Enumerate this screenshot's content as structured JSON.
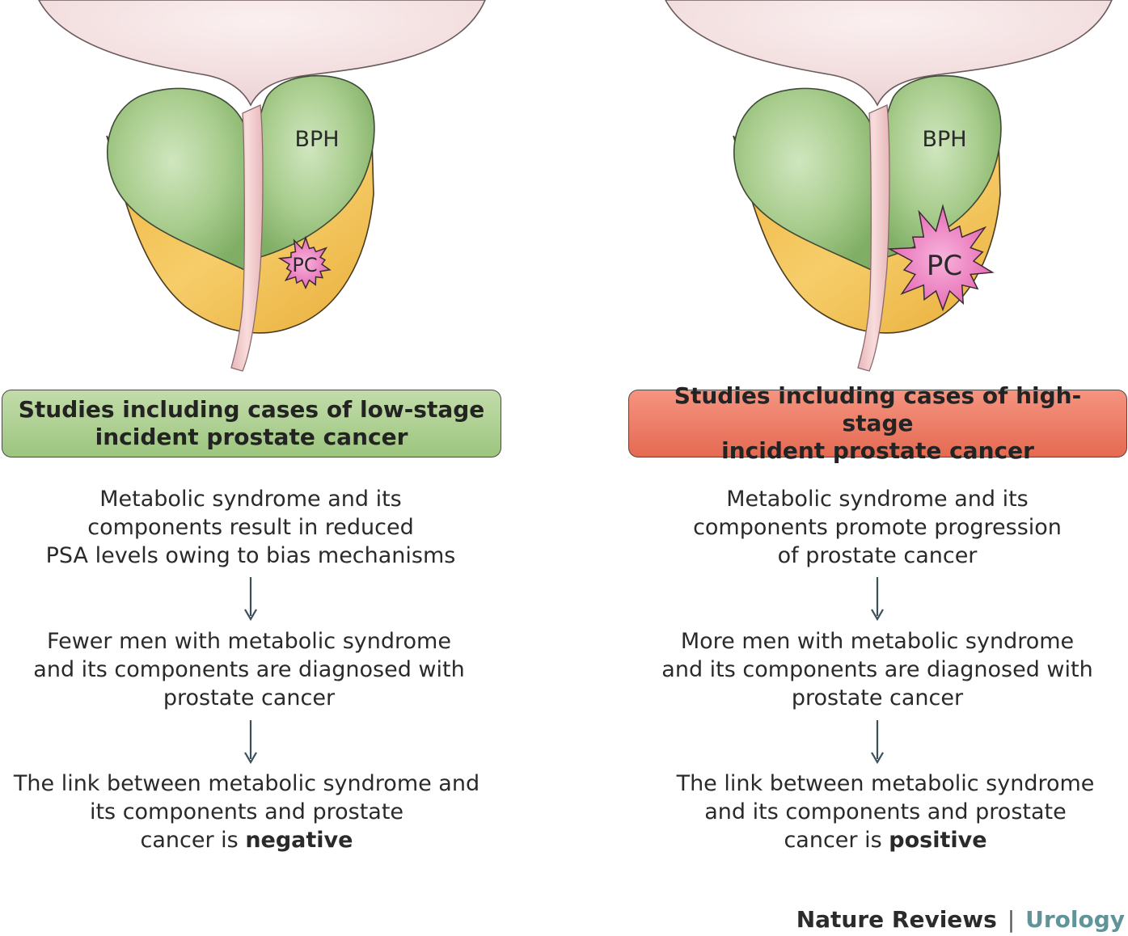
{
  "left": {
    "tumor_label": "PC",
    "bph_label": "BPH",
    "box_title_line1": "Studies including cases of low-stage",
    "box_title_line2": "incident prostate cancer",
    "box_color": "#a9cd8d",
    "step1": [
      "Metabolic syndrome and its",
      "components result in reduced",
      "PSA levels owing to bias mechanisms"
    ],
    "step2": [
      "Fewer men with metabolic syndrome",
      "and its components are diagnosed with",
      "prostate cancer"
    ],
    "step3": [
      "The link between metabolic syndrome and",
      "its components and prostate"
    ],
    "step3_last_prefix": "cancer is ",
    "step3_last_bold": "negative"
  },
  "right": {
    "tumor_label": "PC",
    "bph_label": "BPH",
    "box_title_line1": "Studies including cases of high-stage",
    "box_title_line2": "incident prostate cancer",
    "box_color": "#ec7a63",
    "step1": [
      "Metabolic syndrome and its",
      "components promote progression",
      "of prostate cancer"
    ],
    "step2": [
      "More men with metabolic syndrome",
      "and its components are diagnosed with",
      "prostate cancer"
    ],
    "step3": [
      "The link between metabolic syndrome",
      "and its components and prostate"
    ],
    "step3_last_prefix": "cancer is ",
    "step3_last_bold": "positive"
  },
  "footer": {
    "brand": "Nature Reviews",
    "separator": "|",
    "journal": "Urology"
  },
  "colors": {
    "bladder": "#f3dfe0",
    "lobe_green": "#a6cc8c",
    "peripheral_yellow": "#f2c457",
    "urethra": "#f0c8c8",
    "tumor_pink": "#ec7fc0",
    "arrow": "#3b4f5a"
  }
}
